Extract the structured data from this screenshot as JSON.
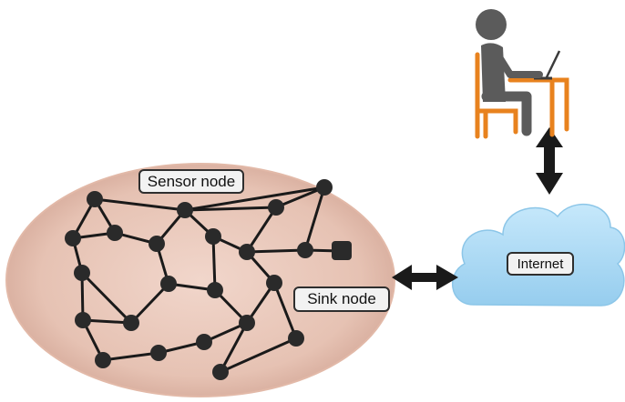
{
  "labels": {
    "sensor_node": "Sensor node",
    "sink_node": "Sink node",
    "internet": "Internet"
  },
  "colors": {
    "field_fill": "#e9c6b8",
    "node": "#2a2a2a",
    "link": "#1a1a1a",
    "cloud": "#a9d9f4",
    "person": "#5b5b5b",
    "furniture": "#e8821e",
    "arrow": "#1a1a1a"
  },
  "icons": [
    "person-at-desk-icon",
    "cloud-icon",
    "double-arrow-icon",
    "sink-node-square-icon"
  ]
}
